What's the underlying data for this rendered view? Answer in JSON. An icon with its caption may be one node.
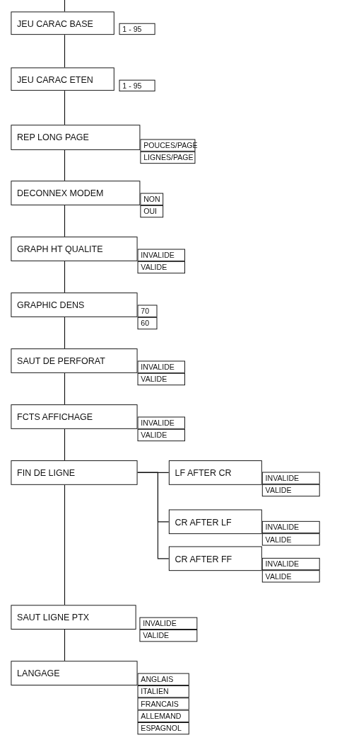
{
  "diagram": {
    "nodes": [
      {
        "text": [
          "JEU CARAC BASE"
        ]
      },
      {
        "text": [
          "1 - 95"
        ]
      },
      {
        "text": [
          "JEU CARAC ETEN"
        ]
      },
      {
        "text": [
          "1 - 95"
        ]
      },
      {
        "text": [
          "REP LONG PAGE"
        ]
      },
      {
        "text": [
          "POUCES/PAGE"
        ]
      },
      {
        "text": [
          "LIGNES/PAGE"
        ]
      },
      {
        "text": [
          "DECONNEX MODEM"
        ]
      },
      {
        "text": [
          "NON"
        ]
      },
      {
        "text": [
          "OUI"
        ]
      },
      {
        "text": [
          "GRAPH HT QUALITE"
        ]
      },
      {
        "text": [
          "INVALIDE"
        ]
      },
      {
        "text": [
          "VALIDE"
        ]
      },
      {
        "text": [
          "GRAPHIC DENS"
        ]
      },
      {
        "text": [
          "70"
        ]
      },
      {
        "text": [
          "60"
        ]
      },
      {
        "text": [
          "SAUT DE PERFORAT"
        ]
      },
      {
        "text": [
          "INVALIDE"
        ]
      },
      {
        "text": [
          "VALIDE"
        ]
      },
      {
        "text": [
          "FCTS AFFICHAGE"
        ]
      },
      {
        "text": [
          "INVALIDE"
        ]
      },
      {
        "text": [
          "VALIDE"
        ]
      },
      {
        "text": [
          "FIN DE LIGNE"
        ]
      },
      {
        "text": [
          "LF AFTER CR"
        ]
      },
      {
        "text": [
          "INVALIDE"
        ]
      },
      {
        "text": [
          "VALIDE"
        ]
      },
      {
        "text": [
          "CR AFTER LF"
        ]
      },
      {
        "text": [
          "INVALIDE"
        ]
      },
      {
        "text": [
          "VALIDE"
        ]
      },
      {
        "text": [
          "CR AFTER FF"
        ]
      },
      {
        "text": [
          "INVALIDE"
        ]
      },
      {
        "text": [
          "VALIDE"
        ]
      },
      {
        "text": [
          "SAUT LIGNE PTX"
        ]
      },
      {
        "text": [
          "INVALIDE"
        ]
      },
      {
        "text": [
          "VALIDE"
        ]
      },
      {
        "text": [
          "LANGAGE"
        ]
      },
      {
        "text": [
          "ANGLAIS"
        ]
      },
      {
        "text": [
          "ITALIEN"
        ]
      },
      {
        "text": [
          "FRANCAIS"
        ]
      },
      {
        "text": [
          "ALLEMAND"
        ]
      },
      {
        "text": [
          "ESPAGNOL"
        ]
      }
    ],
    "edges": [
      {
        "from": null,
        "to": 0,
        "arrow": "none"
      },
      {
        "from": 0,
        "to": 2,
        "arrow": "none"
      },
      {
        "from": 2,
        "to": 4,
        "arrow": "none"
      },
      {
        "from": 4,
        "to": 7,
        "arrow": "none"
      },
      {
        "from": 7,
        "to": 10,
        "arrow": "none"
      },
      {
        "from": 10,
        "to": 13,
        "arrow": "none"
      },
      {
        "from": 13,
        "to": 16,
        "arrow": "none"
      },
      {
        "from": 16,
        "to": 19,
        "arrow": "none"
      },
      {
        "from": 19,
        "to": 22,
        "arrow": "none"
      },
      {
        "from": 22,
        "to": 32,
        "arrow": "none"
      },
      {
        "from": 32,
        "to": 35,
        "arrow": "none"
      },
      {
        "from": 22,
        "to": 23,
        "arrow": "none"
      },
      {
        "from": 22,
        "to": 26,
        "arrow": "none"
      },
      {
        "from": 22,
        "to": 29,
        "arrow": "none"
      }
    ]
  }
}
